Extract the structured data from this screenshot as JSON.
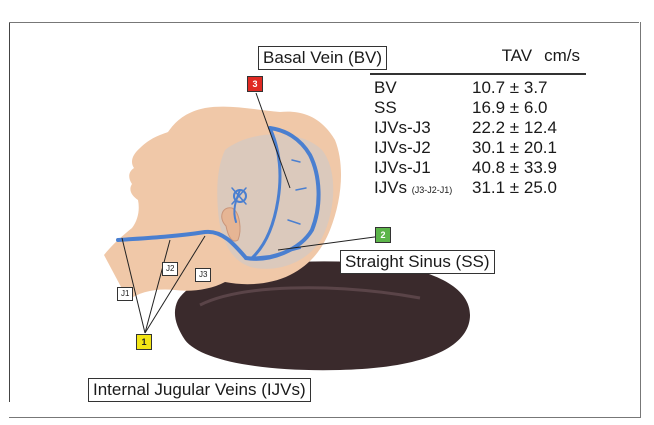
{
  "labels": {
    "basal_vein": "Basal Vein (BV)",
    "straight_sinus": "Straight Sinus (SS)",
    "internal_jugular": "Internal Jugular Veins (IJVs)"
  },
  "markers": {
    "m1": "1",
    "m2": "2",
    "m3": "3",
    "j1": "J1",
    "j2": "J2",
    "j3": "J3"
  },
  "marker_colors": {
    "m1": "#f2e515",
    "m2": "#5cb54a",
    "m3": "#e02a23"
  },
  "table": {
    "header_tav": "TAV",
    "header_unit": "cm/s",
    "rows": [
      {
        "name": "BV",
        "value": "10.7 ± 3.7"
      },
      {
        "name": "SS",
        "value": "16.9 ± 6.0"
      },
      {
        "name": "IJVs-J3",
        "value": "22.2 ± 12.4"
      },
      {
        "name": "IJVs-J2",
        "value": "30.1 ± 20.1"
      },
      {
        "name": "IJVs-J1",
        "value": "40.8 ± 33.9"
      },
      {
        "name": "IJVs",
        "sub": "(J3-J2-J1)",
        "value": "31.1 ± 25.0"
      }
    ]
  }
}
